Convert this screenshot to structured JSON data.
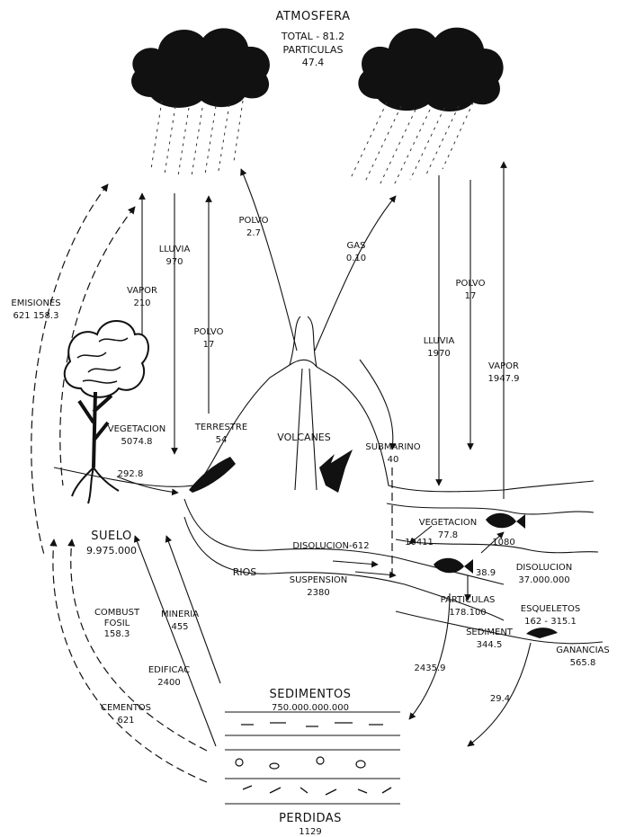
{
  "atmosphere": {
    "title": "ATMOSFERA",
    "total": "TOTAL - 81.2",
    "particles_label": "PARTICULAS",
    "particles_value": "47.4"
  },
  "left_flows": {
    "emissions": {
      "label": "EMISIONES",
      "values": "621   158.3"
    },
    "vapor": {
      "label": "VAPOR",
      "value": "210"
    },
    "rain": {
      "label": "LLUVIA",
      "value": "970"
    },
    "dust": {
      "label": "POLVO",
      "value": "17"
    },
    "volcanic_dust": {
      "label": "POLVO",
      "value": "2.7"
    }
  },
  "right_flows": {
    "gas": {
      "label": "GAS",
      "value": "0.10"
    },
    "dust": {
      "label": "POLVO",
      "value": "17"
    },
    "rain": {
      "label": "LLUVIA",
      "value": "1970"
    },
    "vapor": {
      "label": "VAPOR",
      "value": "1947.9"
    }
  },
  "land": {
    "vegetation": {
      "label": "VEGETACION",
      "value": "5074.8"
    },
    "vegetation_flow": "292.8",
    "terrestrial": {
      "label": "TERRESTRE",
      "value": "54"
    },
    "volcanoes": "VOLCANES",
    "submarine": {
      "label": "SUBMARINO",
      "value": "40"
    },
    "soil": {
      "label": "SUELO",
      "value": "9.975.000"
    },
    "rivers": "RIOS",
    "dissolution_flow": "DISOLUCION-612",
    "suspension": {
      "label": "SUSPENSION",
      "value": "2380"
    },
    "fossil_fuel": {
      "label_1": "COMBUST",
      "label_2": "FOSIL",
      "value": "158.3"
    },
    "mining": {
      "label": "MINERIA",
      "value": "455"
    },
    "building": {
      "label": "EDIFICAC",
      "value": "2400"
    },
    "cements": {
      "label": "CEMENTOS",
      "value": "621"
    }
  },
  "ocean": {
    "vegetation": {
      "label": "VEGETACION",
      "value": "77.8"
    },
    "flow_10411": "10411",
    "flow_1080": "1080",
    "flow_389": "38.9",
    "dissolution": {
      "label": "DISOLUCION",
      "value": "37.000.000"
    },
    "particles": {
      "label": "PARTICULAS",
      "value": "178.100"
    },
    "skeletons": {
      "label": "ESQUELETOS",
      "value": "162 - 315.1"
    },
    "sediment": {
      "label": "SEDIMENT",
      "value": "344.5"
    },
    "gains": {
      "label": "GANANCIAS",
      "value": "565.8"
    },
    "flow_24359": "2435.9",
    "flow_294": "29.4"
  },
  "sediments": {
    "label": "SEDIMENTOS",
    "value": "750.000.000.000"
  },
  "losses": {
    "label": "PERDIDAS",
    "value": "1129"
  }
}
